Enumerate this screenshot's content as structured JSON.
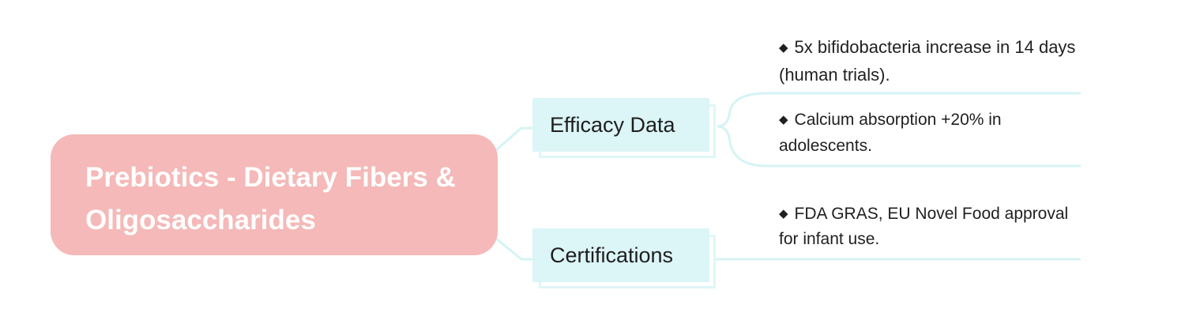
{
  "mindmap": {
    "root": {
      "label": "Prebiotics - Dietary Fibers & Oligosaccharides"
    },
    "branches": [
      {
        "label": "Efficacy Data",
        "leaves": [
          "5x bifidobacteria increase in 14 days (human trials).",
          "Calcium absorption +20% in adolescents."
        ]
      },
      {
        "label": "Certifications",
        "leaves": [
          "FDA GRAS, EU Novel Food approval for infant use."
        ]
      }
    ],
    "bullet_glyph": "◆"
  },
  "colors": {
    "root_fill": "#f4b9b8",
    "root_text": "#ffffff",
    "branch_fill": "#dcf5f6",
    "connector": "#d6f3f4",
    "text": "#1f1f1f"
  }
}
